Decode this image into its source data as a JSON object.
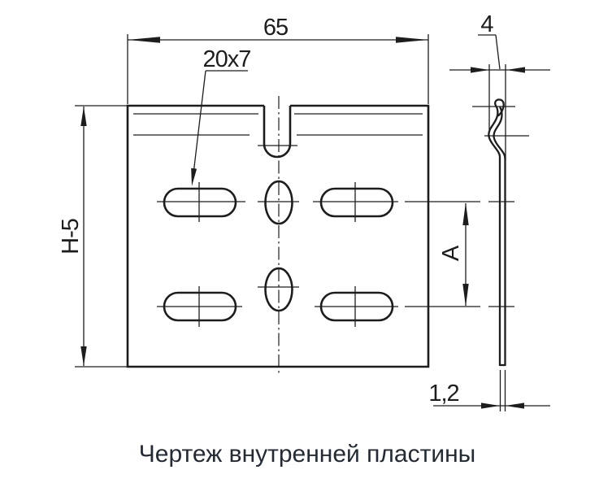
{
  "drawing": {
    "caption": "Чертеж внутренней пластины",
    "labels": {
      "overall_width": "65",
      "slot_size": "20x7",
      "plate_height": "Н-5",
      "row_spacing": "А",
      "clip_depth": "4",
      "thickness": "1,2"
    },
    "colors": {
      "line": "#1d1d1d",
      "caption_text": "#242b34",
      "background": "#ffffff"
    }
  }
}
